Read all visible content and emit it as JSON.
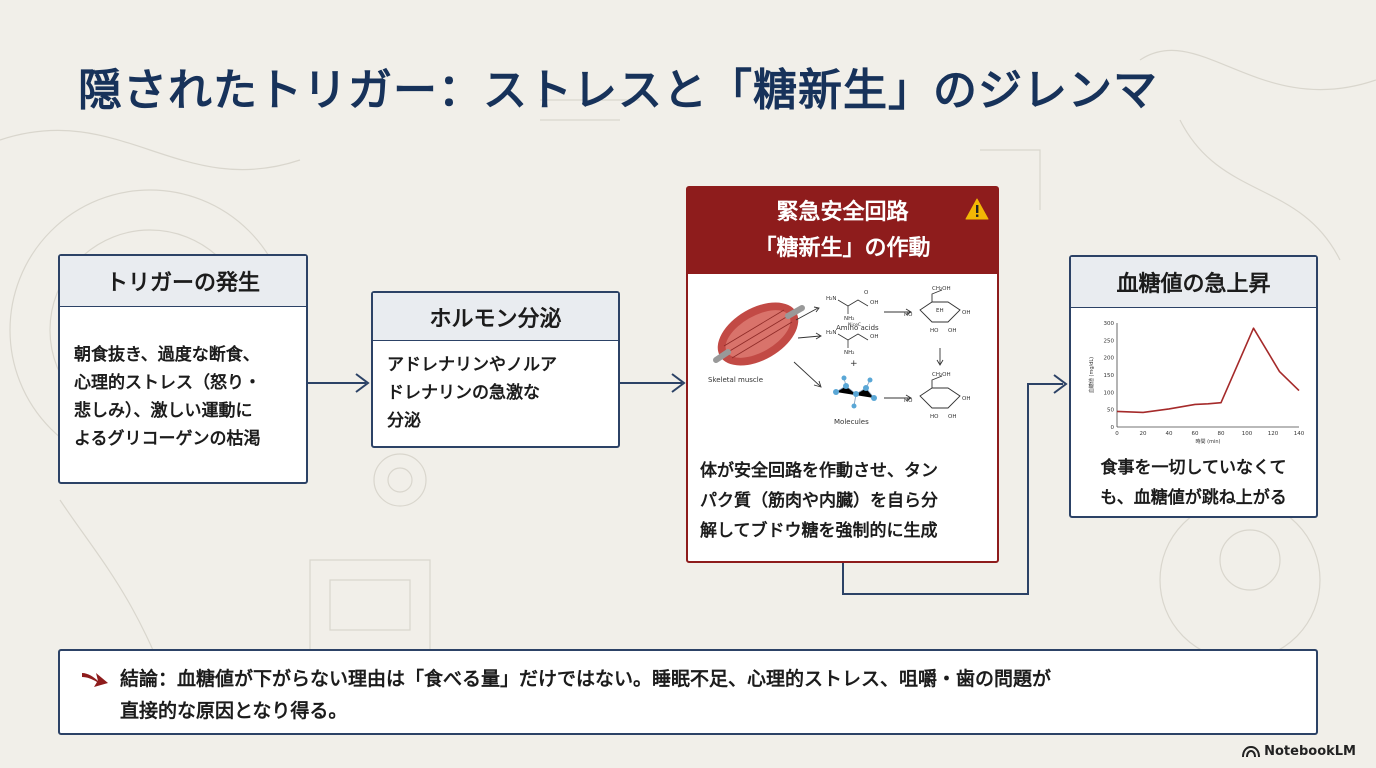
{
  "title": "隠されたトリガー：ストレスと「糖新生」のジレンマ",
  "cards": {
    "trigger": {
      "heading": "トリガーの発生",
      "lines": [
        "朝食抜き、過度な断食、",
        "心理的ストレス（怒り・",
        "悲しみ）、激しい運動に",
        "よるグリコーゲンの枯渇"
      ]
    },
    "hormone": {
      "heading": "ホルモン分泌",
      "lines": [
        "アドレナリンやノルア",
        "ドレナリンの急激な",
        "分泌"
      ]
    },
    "emergency": {
      "heading_line1": "緊急安全回路",
      "heading_line2": "「糖新生」の作動",
      "figure": {
        "skeletal_muscle": "Skeletal muscle",
        "amino_acids": "Amino acids",
        "molecules": "Molecules",
        "plus": "+"
      },
      "lines": [
        "体が安全回路を作動させ、タン",
        "パク質（筋肉や内臓）を自ら分",
        "解してブドウ糖を強制的に生成"
      ]
    },
    "bloodsugar": {
      "heading": "血糖値の急上昇",
      "lines": [
        "食事を一切していなくて",
        "も、血糖値が跳ね上がる"
      ]
    }
  },
  "chart_data": {
    "type": "line",
    "x": [
      0,
      20,
      40,
      60,
      70,
      80,
      105,
      125,
      140
    ],
    "series": [
      {
        "values": [
          45,
          42,
          52,
          65,
          67,
          70,
          285,
          160,
          105
        ]
      }
    ],
    "xlabel": "時間 (min)",
    "ylabel": "血糖値 (mg/dL)",
    "xlim": [
      0,
      140
    ],
    "ylim": [
      0,
      300
    ],
    "xticks": [
      0,
      20,
      40,
      60,
      80,
      100,
      120,
      140
    ],
    "yticks": [
      0,
      50,
      100,
      150,
      200,
      250,
      300
    ],
    "grid": false,
    "line_color": "#a52a2a"
  },
  "conclusion": {
    "line1": "結論：血糖値が下がらない理由は「食べる量」だけではない。睡眠不足、心理的ストレス、咀嚼・歯の問題が",
    "line2": "直接的な原因となり得る。"
  },
  "brand": "NotebookLM",
  "colors": {
    "navy": "#17325a",
    "accent_red": "#8e1c1c",
    "background": "#f1efe9"
  }
}
